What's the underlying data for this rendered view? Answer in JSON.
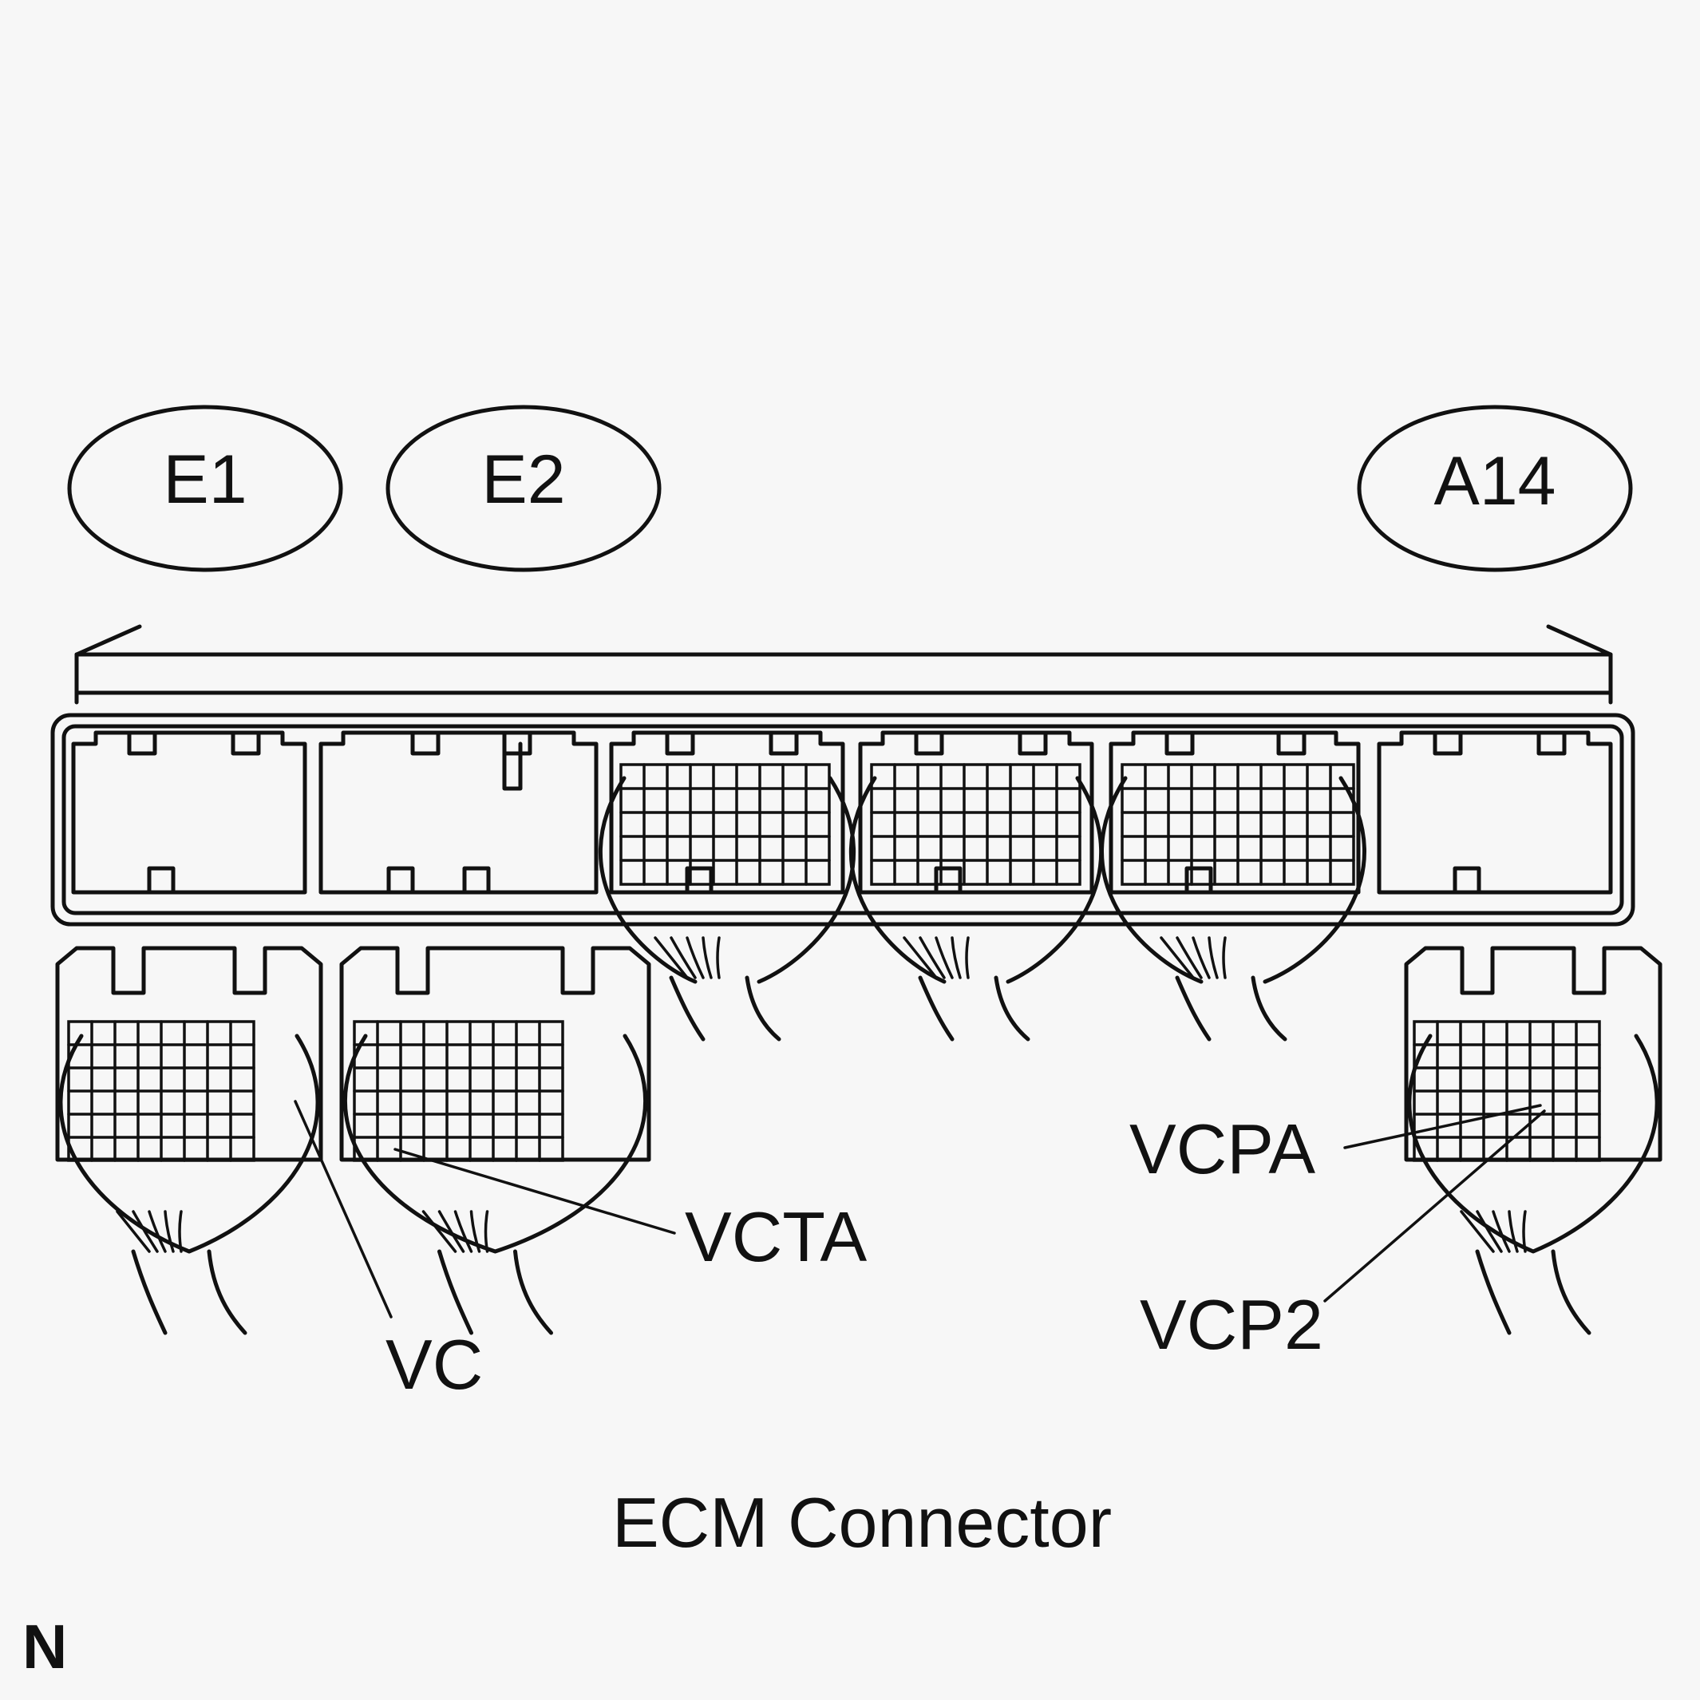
{
  "connector_ids": {
    "e1": "E1",
    "e2": "E2",
    "a14": "A14"
  },
  "pin_labels": {
    "vc": "VC",
    "vcta": "VCTA",
    "vcpa": "VCPA",
    "vcp2": "VCP2"
  },
  "caption": "ECM Connector",
  "corner_mark": "N",
  "colors": {
    "background": "#f7f7f7",
    "ink": "#111111"
  }
}
